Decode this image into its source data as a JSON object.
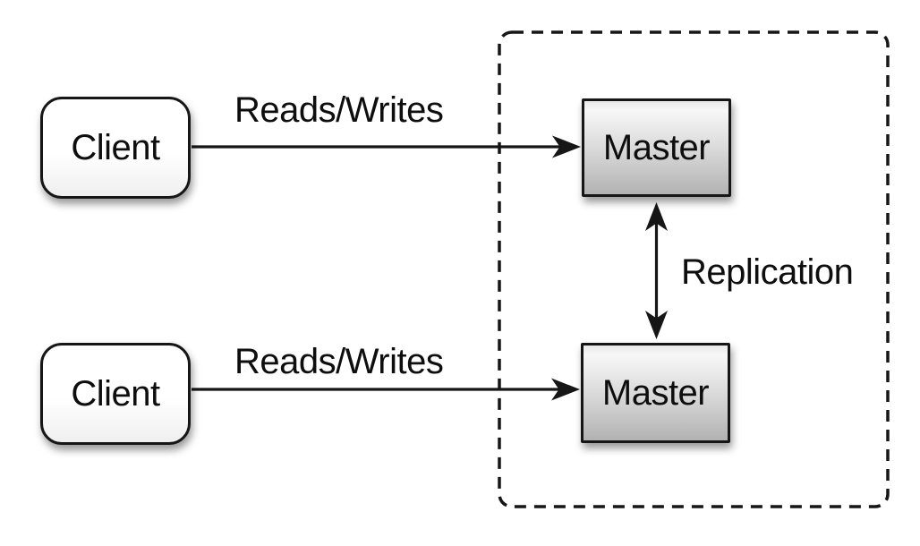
{
  "diagram": {
    "type": "architecture-diagram",
    "topic": "master-master-replication",
    "clients": [
      {
        "label": "Client"
      },
      {
        "label": "Client"
      }
    ],
    "masters": [
      {
        "label": "Master"
      },
      {
        "label": "Master"
      }
    ],
    "edge_labels": {
      "top": "Reads/Writes",
      "bottom": "Reads/Writes",
      "replication": "Replication"
    },
    "colors": {
      "background": "#ffffff",
      "stroke": "#161616",
      "client_fill_top": "#ffffff",
      "client_fill_bottom": "#efefef",
      "master_gradient_top": "#f7f7f7",
      "master_gradient_bottom": "#b2b2b2",
      "text": "#0e0e0e"
    }
  }
}
